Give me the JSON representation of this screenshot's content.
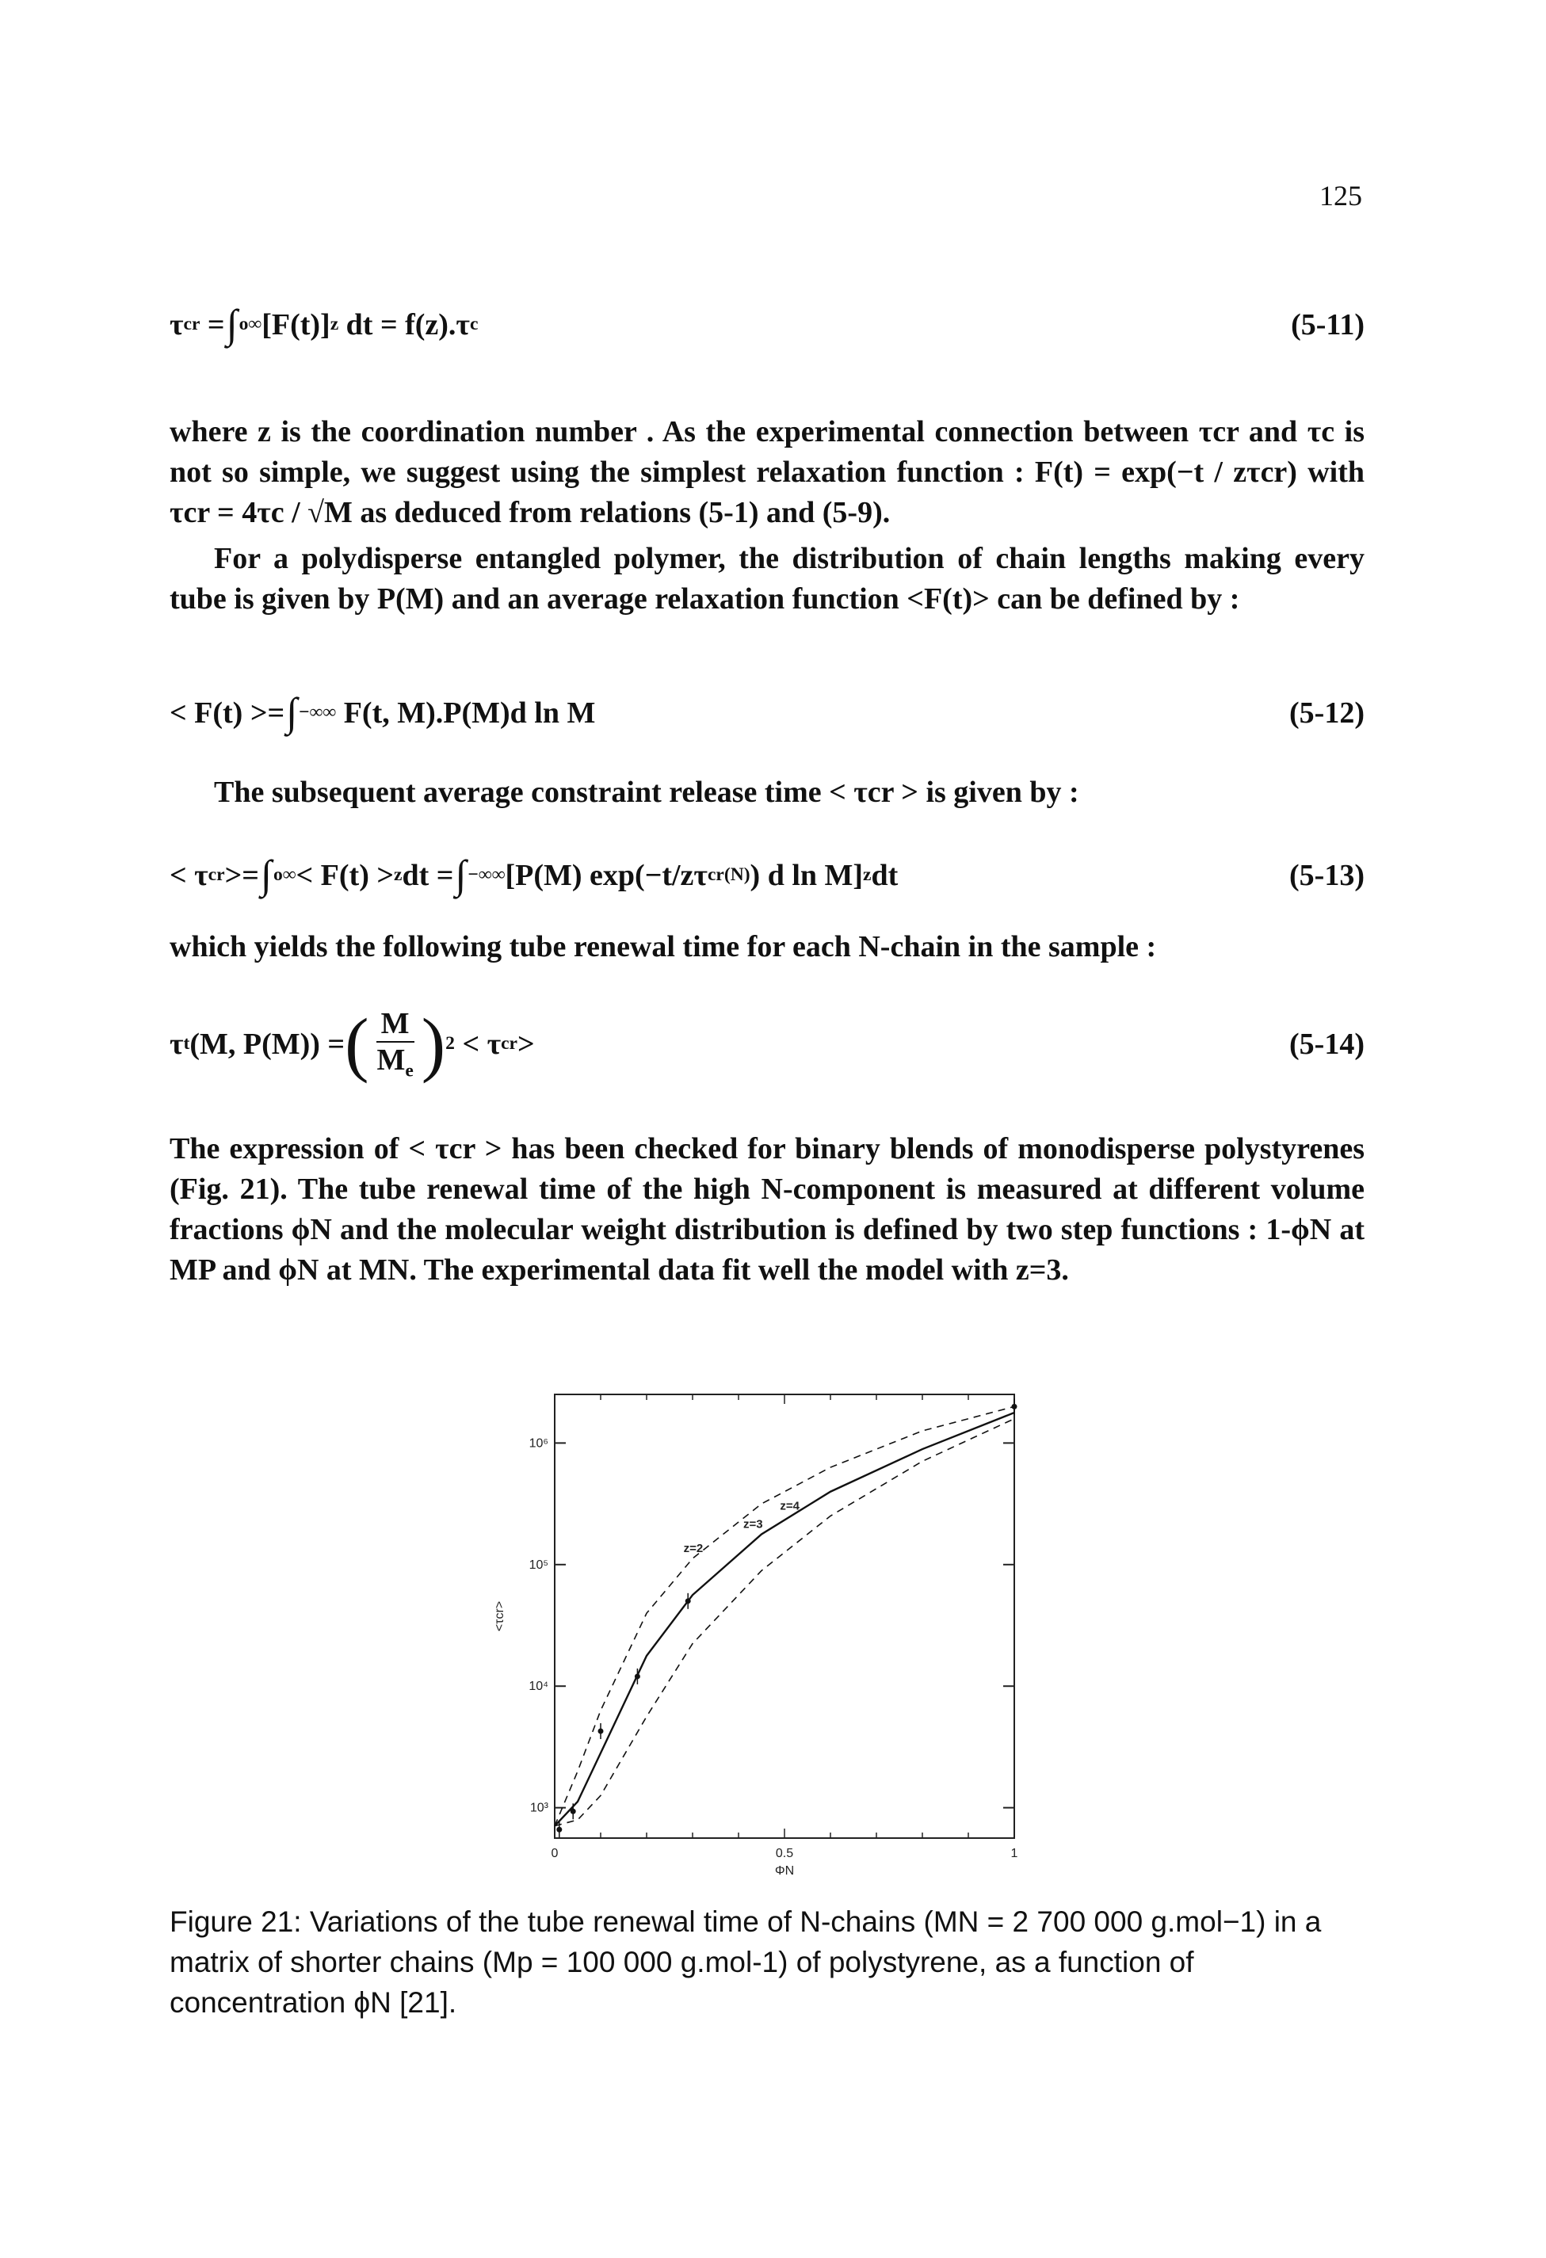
{
  "page_number": "125",
  "equations": {
    "eq_5_11": {
      "number": "(5-11)"
    },
    "eq_5_12": {
      "number": "(5-12)"
    },
    "eq_5_13": {
      "number": "(5-13)"
    },
    "eq_5_14": {
      "number": "(5-14)"
    }
  },
  "text": {
    "para1": "where z is the coordination number . As the experimental connection between τcr and τc is not so simple, we suggest using the simplest relaxation function : F(t) = exp(−t / zτcr) with τcr = 4τc / √M as deduced from relations (5-1) and (5-9).",
    "para2": "For a polydisperse entangled polymer, the distribution of chain lengths making every tube is given by P(M) and an average relaxation function <F(t)> can be defined by :",
    "para3": "The subsequent average constraint release time < τcr > is given by :",
    "para4": "which yields the following tube renewal time for each N-chain in the sample :",
    "para5": "The expression of < τcr > has been checked for binary blends of monodisperse polystyrenes (Fig. 21). The tube renewal time of the high N-component is measured at different volume fractions ϕN and the molecular weight distribution is defined by two step functions : 1-ϕN at MP and ϕN at MN. The experimental data fit well the model with z=3."
  },
  "figure": {
    "caption": "Figure 21: Variations of the tube renewal time of N-chains (MN = 2 700 000 g.mol−1) in a matrix of shorter chains (Mp = 100 000 g.mol-1) of polystyrene, as a function of concentration ϕN [21].",
    "chart_data": {
      "type": "line",
      "xlabel": "ΦN",
      "ylabel": "<τcr>",
      "x_ticks": [
        "0",
        "0.5",
        "1"
      ],
      "y_ticks": [
        "10³",
        "10⁴",
        "10⁵",
        "10⁶"
      ],
      "xlim": [
        0,
        1
      ],
      "ylim_log10": [
        2.75,
        6.4
      ],
      "series": [
        {
          "name": "z=2",
          "style": "dashed",
          "x": [
            0,
            0.05,
            0.1,
            0.2,
            0.3,
            0.45,
            0.6,
            0.8,
            1.0
          ],
          "log10_y": [
            2.85,
            3.3,
            3.8,
            4.6,
            5.05,
            5.5,
            5.8,
            6.1,
            6.3
          ]
        },
        {
          "name": "z=3",
          "style": "solid",
          "x": [
            0,
            0.05,
            0.1,
            0.2,
            0.3,
            0.45,
            0.6,
            0.8,
            1.0
          ],
          "log10_y": [
            2.85,
            3.05,
            3.45,
            4.25,
            4.75,
            5.25,
            5.6,
            5.95,
            6.25
          ]
        },
        {
          "name": "z=4",
          "style": "dashed",
          "x": [
            0,
            0.05,
            0.1,
            0.2,
            0.3,
            0.45,
            0.6,
            0.8,
            1.0
          ],
          "log10_y": [
            2.85,
            2.9,
            3.1,
            3.75,
            4.35,
            4.95,
            5.4,
            5.85,
            6.2
          ]
        }
      ],
      "points": {
        "x": [
          0.01,
          0.04,
          0.1,
          0.18,
          0.29,
          1.0
        ],
        "log10_y": [
          2.82,
          2.97,
          3.63,
          4.08,
          4.7,
          6.3
        ]
      }
    }
  }
}
